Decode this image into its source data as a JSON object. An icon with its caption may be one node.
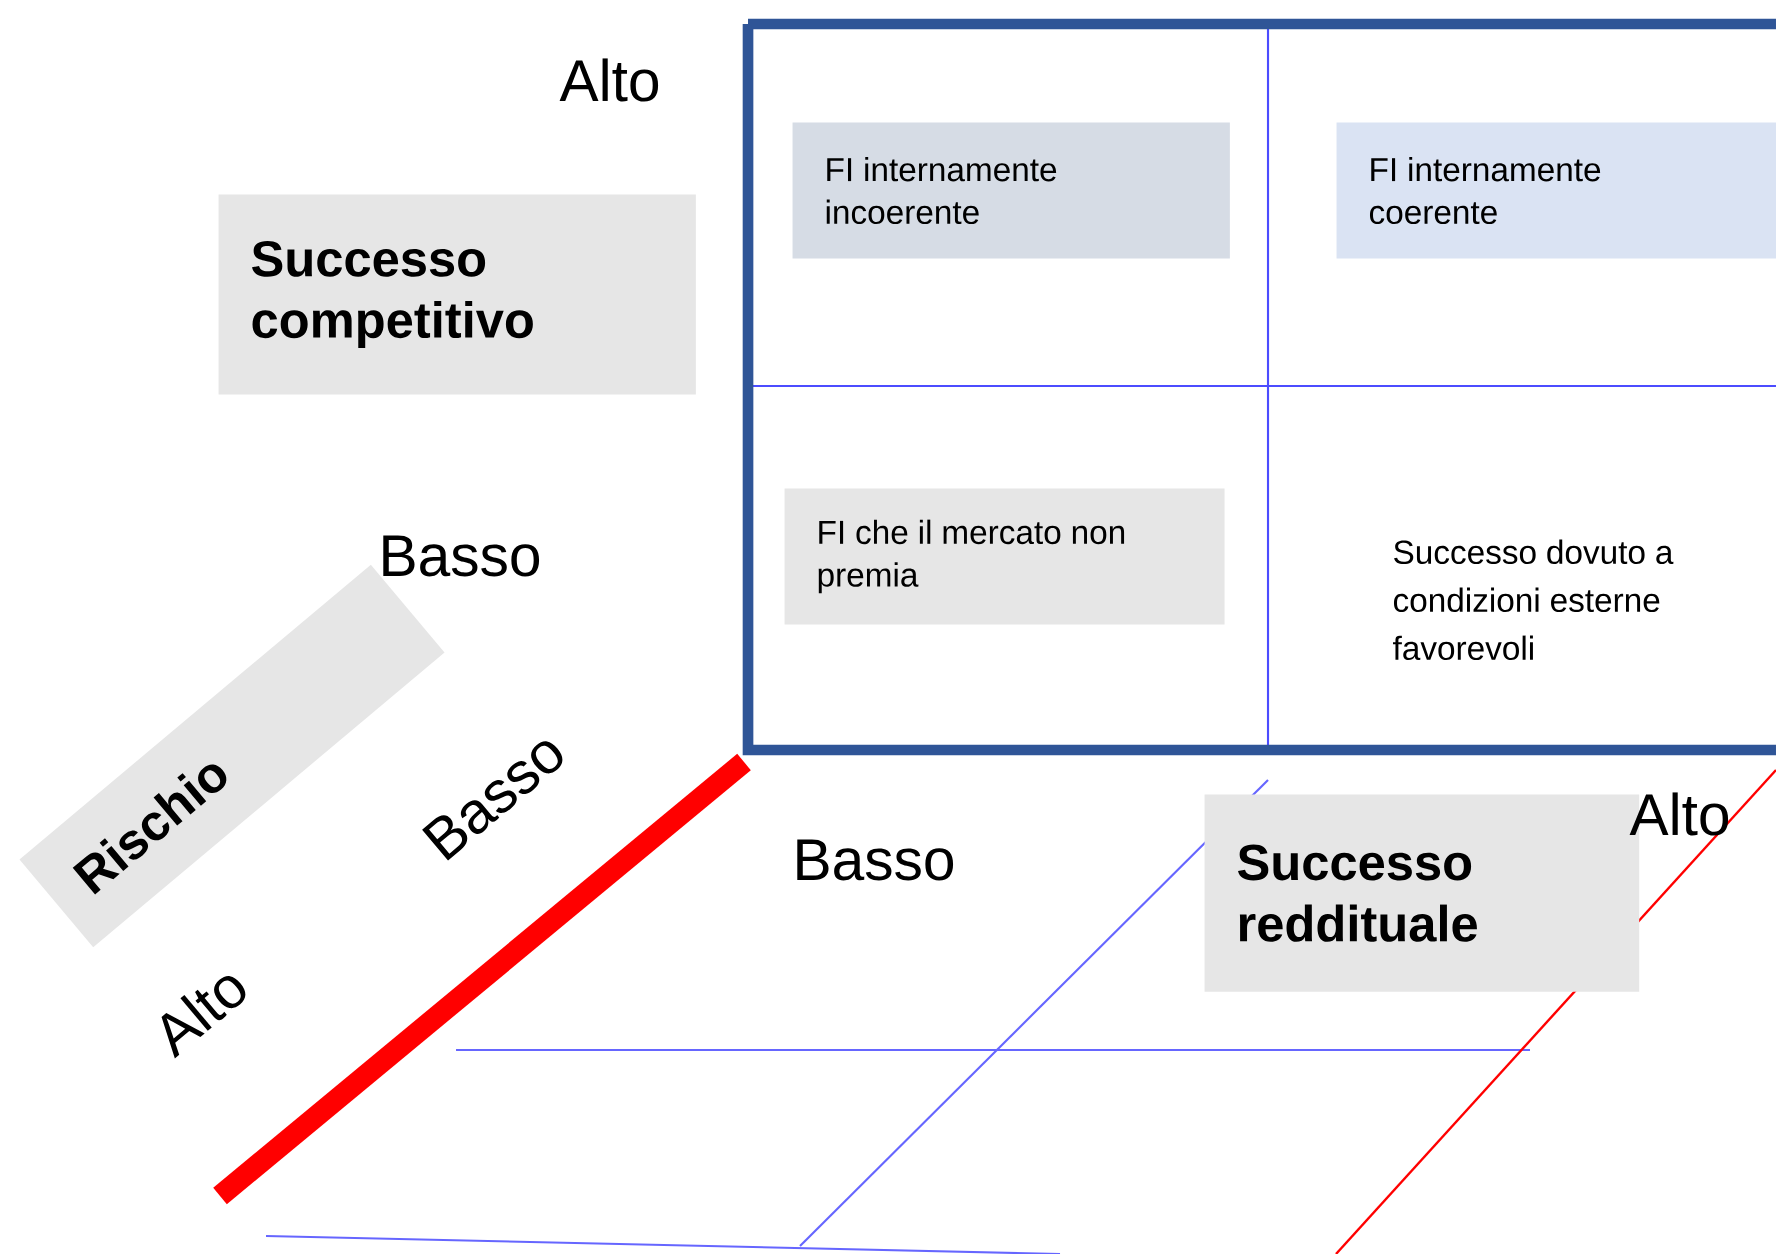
{
  "diagram": {
    "nodes": [
      {
        "text": [
          "Successo competitivo"
        ]
      },
      {
        "text": [
          "FI internamente incoerente"
        ]
      },
      {
        "text": [
          "FI internamente coerente"
        ]
      },
      {
        "text": [
          "FI  che il mercato non premia"
        ]
      },
      {
        "text": [
          "Successo dovuto a condizioni esterne favorevoli"
        ]
      },
      {
        "text": [
          "Rischio"
        ]
      },
      {
        "text": [
          "Successo reddituale"
        ]
      }
    ],
    "labels": [
      "Alto",
      "Basso",
      "Basso",
      "Basso",
      "Alto",
      "Alto"
    ]
  }
}
